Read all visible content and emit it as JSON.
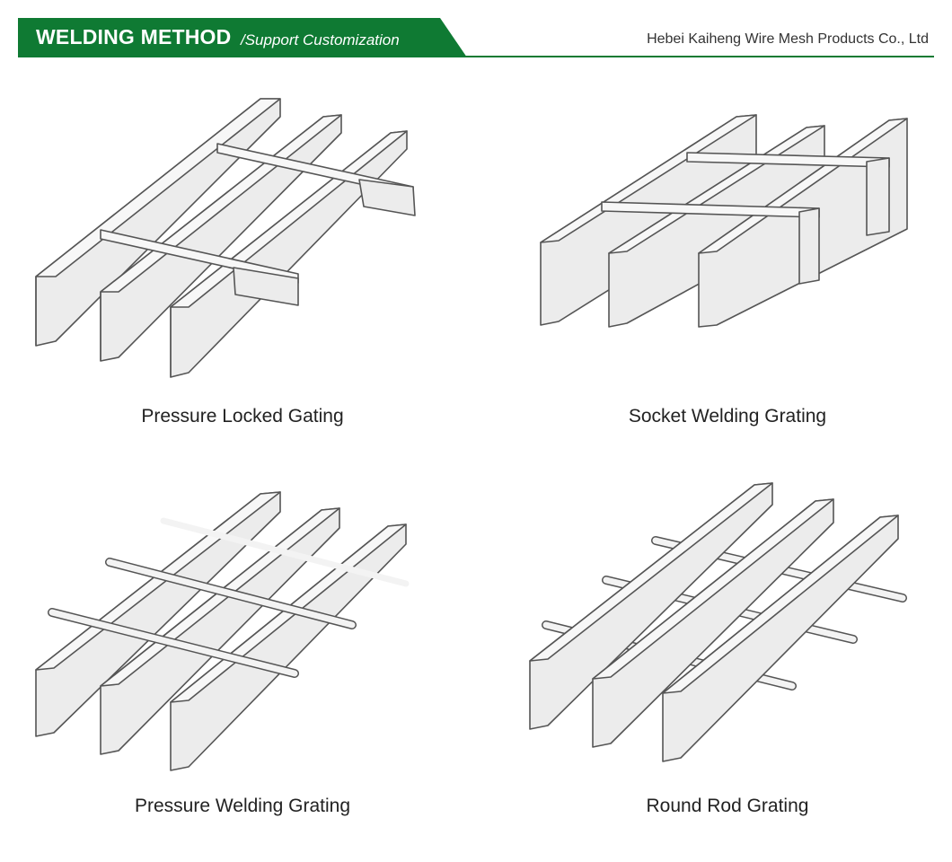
{
  "header": {
    "title": "WELDING METHOD",
    "subtitle": "/Support Customization",
    "company": "Hebei Kaiheng Wire Mesh Products Co., Ltd"
  },
  "colors": {
    "brand_green": "#0f7a33"
  },
  "items": [
    {
      "label": "Pressure Locked Gating",
      "illustration": "pressure-locked-grating-illustration"
    },
    {
      "label": "Socket Welding Grating",
      "illustration": "socket-welding-grating-illustration"
    },
    {
      "label": "Pressure Welding Grating",
      "illustration": "pressure-welding-grating-illustration"
    },
    {
      "label": "Round Rod Grating",
      "illustration": "round-rod-grating-illustration"
    }
  ]
}
